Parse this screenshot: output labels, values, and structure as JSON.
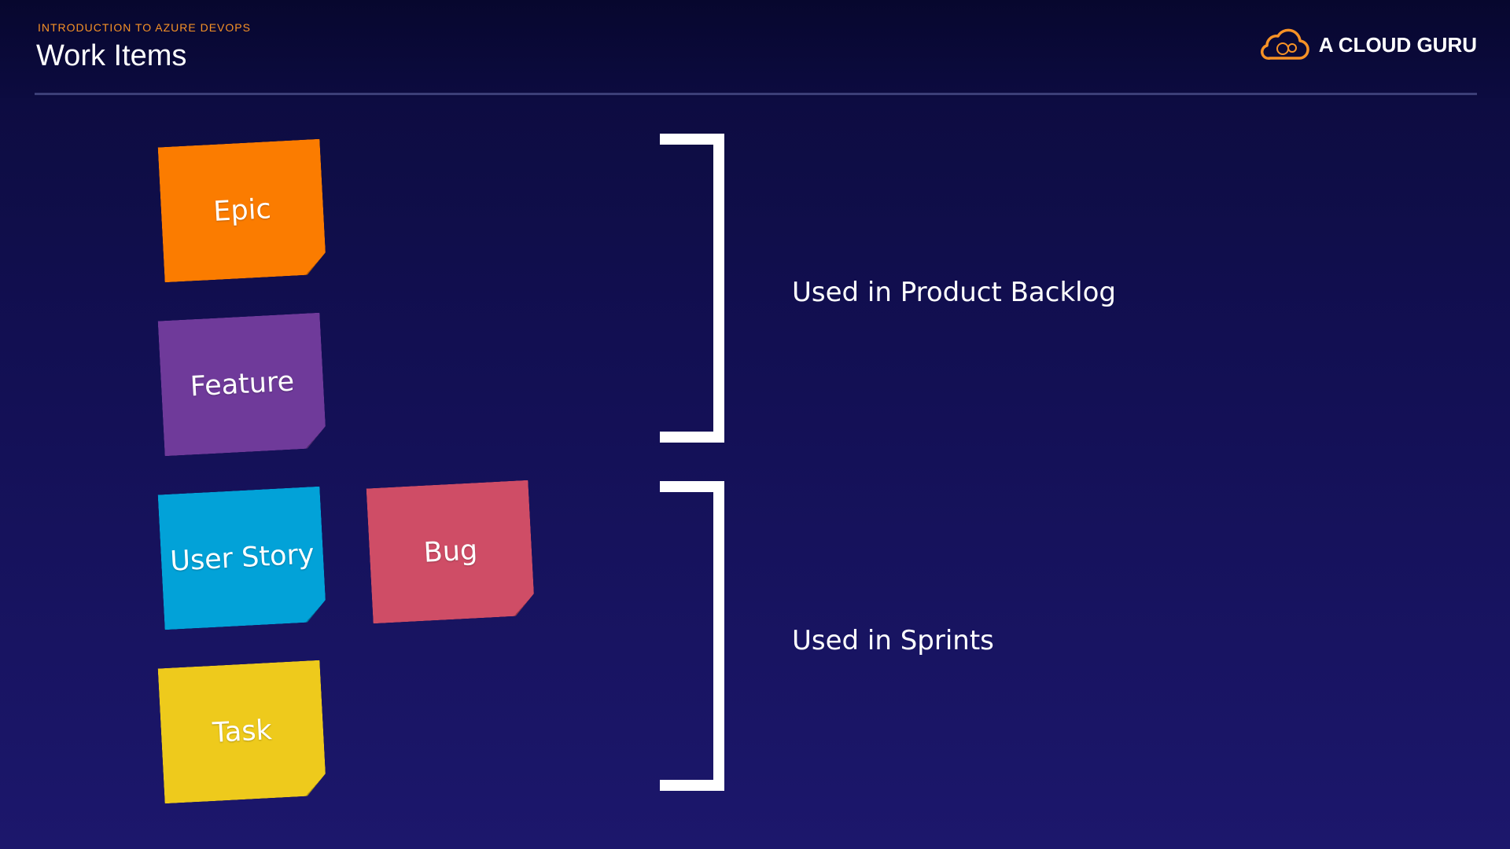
{
  "header": {
    "kicker": "INTRODUCTION TO AZURE DEVOPS",
    "title": "Work Items",
    "logo_text": "A CLOUD GURU",
    "accent_color": "#f79226"
  },
  "notes": [
    {
      "label": "Epic",
      "color": "#fb7c00"
    },
    {
      "label": "Feature",
      "color": "#6f3a9a"
    },
    {
      "label": "User Story",
      "color": "#02a2d8"
    },
    {
      "label": "Bug",
      "color": "#cf4d66"
    },
    {
      "label": "Task",
      "color": "#eeca1c"
    }
  ],
  "groups": {
    "backlog_caption": "Used in Product Backlog",
    "sprints_caption": "Used in Sprints"
  }
}
